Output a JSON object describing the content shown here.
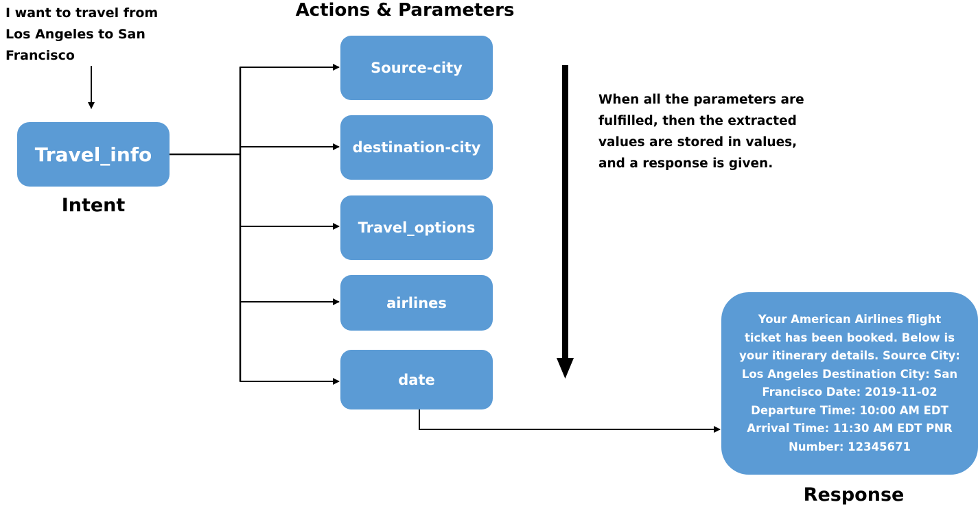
{
  "user_utterance": "I want to travel from Los Angeles to San Francisco",
  "intent": {
    "name": "Travel_info",
    "label": "Intent"
  },
  "parameters": {
    "title": "Actions & Parameters",
    "items": [
      {
        "label": "Source-city"
      },
      {
        "label": "destination-city"
      },
      {
        "label": "Travel_options"
      },
      {
        "label": "airlines"
      },
      {
        "label": "date"
      }
    ]
  },
  "note": "When all the parameters are fulfilled, then the extracted values are stored in values, and a response is given.",
  "response": {
    "text": "Your American Airlines flight ticket has been booked. Below is your itinerary details. Source City: Los Angeles Destination City: San Francisco Date: 2019-11-02 Departure Time: 10:00 AM EDT   Arrival Time: 11:30 AM EDT PNR Number: 12345671",
    "label": "Response"
  },
  "colors": {
    "box_fill": "#5b9bd5",
    "box_text": "#ffffff",
    "arrow": "#000000"
  }
}
